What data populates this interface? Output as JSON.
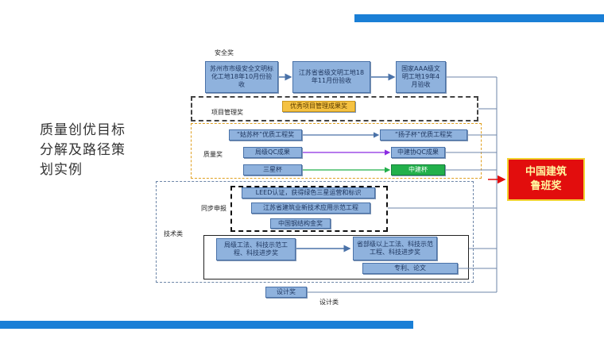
{
  "slide": {
    "left_title": "质量创优目标分解及路径策划实例",
    "result": "中国建筑鲁班奖",
    "colors": {
      "accent_blue": "#1a7fd6",
      "box_blue": "#8fb2dd",
      "gold": "#f5c242",
      "green": "#22b04b",
      "red": "#e20d0d"
    }
  },
  "categories": {
    "safety": "安全奖",
    "project_mgmt": "项目管理奖",
    "quality": "质量奖",
    "sync_apply": "同步申报",
    "tech": "技术类",
    "design": "设计类"
  },
  "boxes": {
    "safety_1": "苏州市市级安全文明标化工地18年10月份验收",
    "safety_2": "江苏省省级文明工地18年11月份验收",
    "safety_3": "国家AAA级文明工地19年4月验收",
    "pm_1": "优秀项目管理成果奖",
    "q_1a": "“姑苏杯”优质工程奖",
    "q_1b": "“扬子杯”优质工程奖",
    "q_2a": "局级QC成果",
    "q_2b": "中建协QC成果",
    "q_3a": "三星杯",
    "q_3b": "中建杯",
    "sync_1": "LEED认证，获得绿色三星运营和标识",
    "sync_2": "江苏省建筑业新技术应用示范工程",
    "sync_3": "中国钢结构金奖",
    "tech_1": "局级工法、科技示范工程、科技进步奖",
    "tech_2": "省部级以上工法、科技示范工程、科技进步奖",
    "tech_3": "专利、论文",
    "design_1": "设计奖"
  }
}
